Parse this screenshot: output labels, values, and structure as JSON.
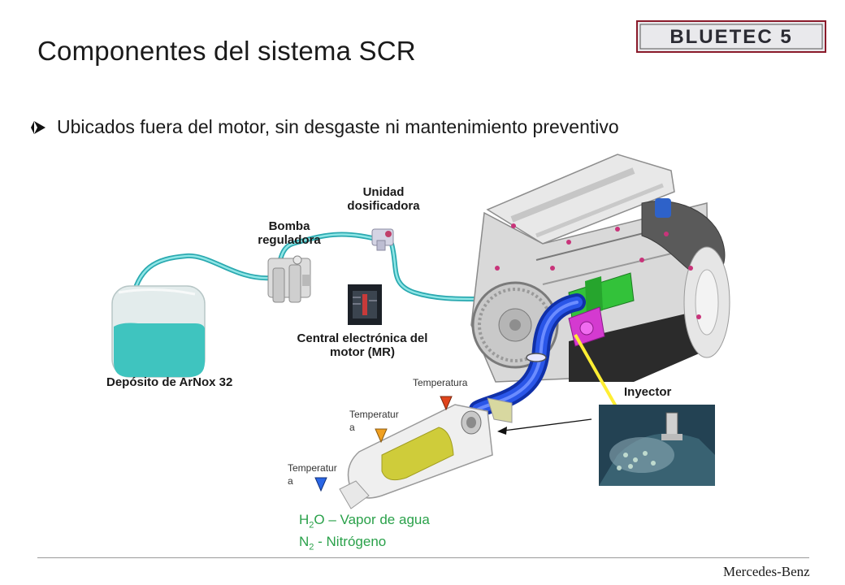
{
  "slide": {
    "title": "Componentes del sistema SCR",
    "logo_text": "BLUETEC 5",
    "bullet": "Ubicados fuera del motor, sin desgaste ni mantenimiento preventivo"
  },
  "labels": {
    "unidad": "Unidad dosificadora",
    "bomba": "Bomba reguladora",
    "central": "Central electrónica del motor (MR)",
    "deposito": "Depósito de ArNox 32",
    "inyector": "Inyector",
    "temp_top": "Temperatura",
    "temp_mid": "Temperatur a",
    "temp_bot": "Temperatur a"
  },
  "legend": {
    "h2o_chem": "H",
    "h2o_sub": "2",
    "h2o_rest": "O – Vapor de agua",
    "n2_chem": "N",
    "n2_sub": "2",
    "n2_rest": " - Nitrógeno"
  },
  "footer": {
    "brand": "Mercedes-Benz"
  },
  "colors": {
    "adblue_fluid": "#3fc4bf",
    "exhaust_pipe": "#1e3fd6",
    "catalyst": "#cfcc3a",
    "temp_marker_top": "#e0441c",
    "temp_marker_mid": "#f0a020",
    "temp_marker_bot": "#2a66e6",
    "emission_text": "#2aa14a",
    "pointer_line": "#ffee33"
  }
}
